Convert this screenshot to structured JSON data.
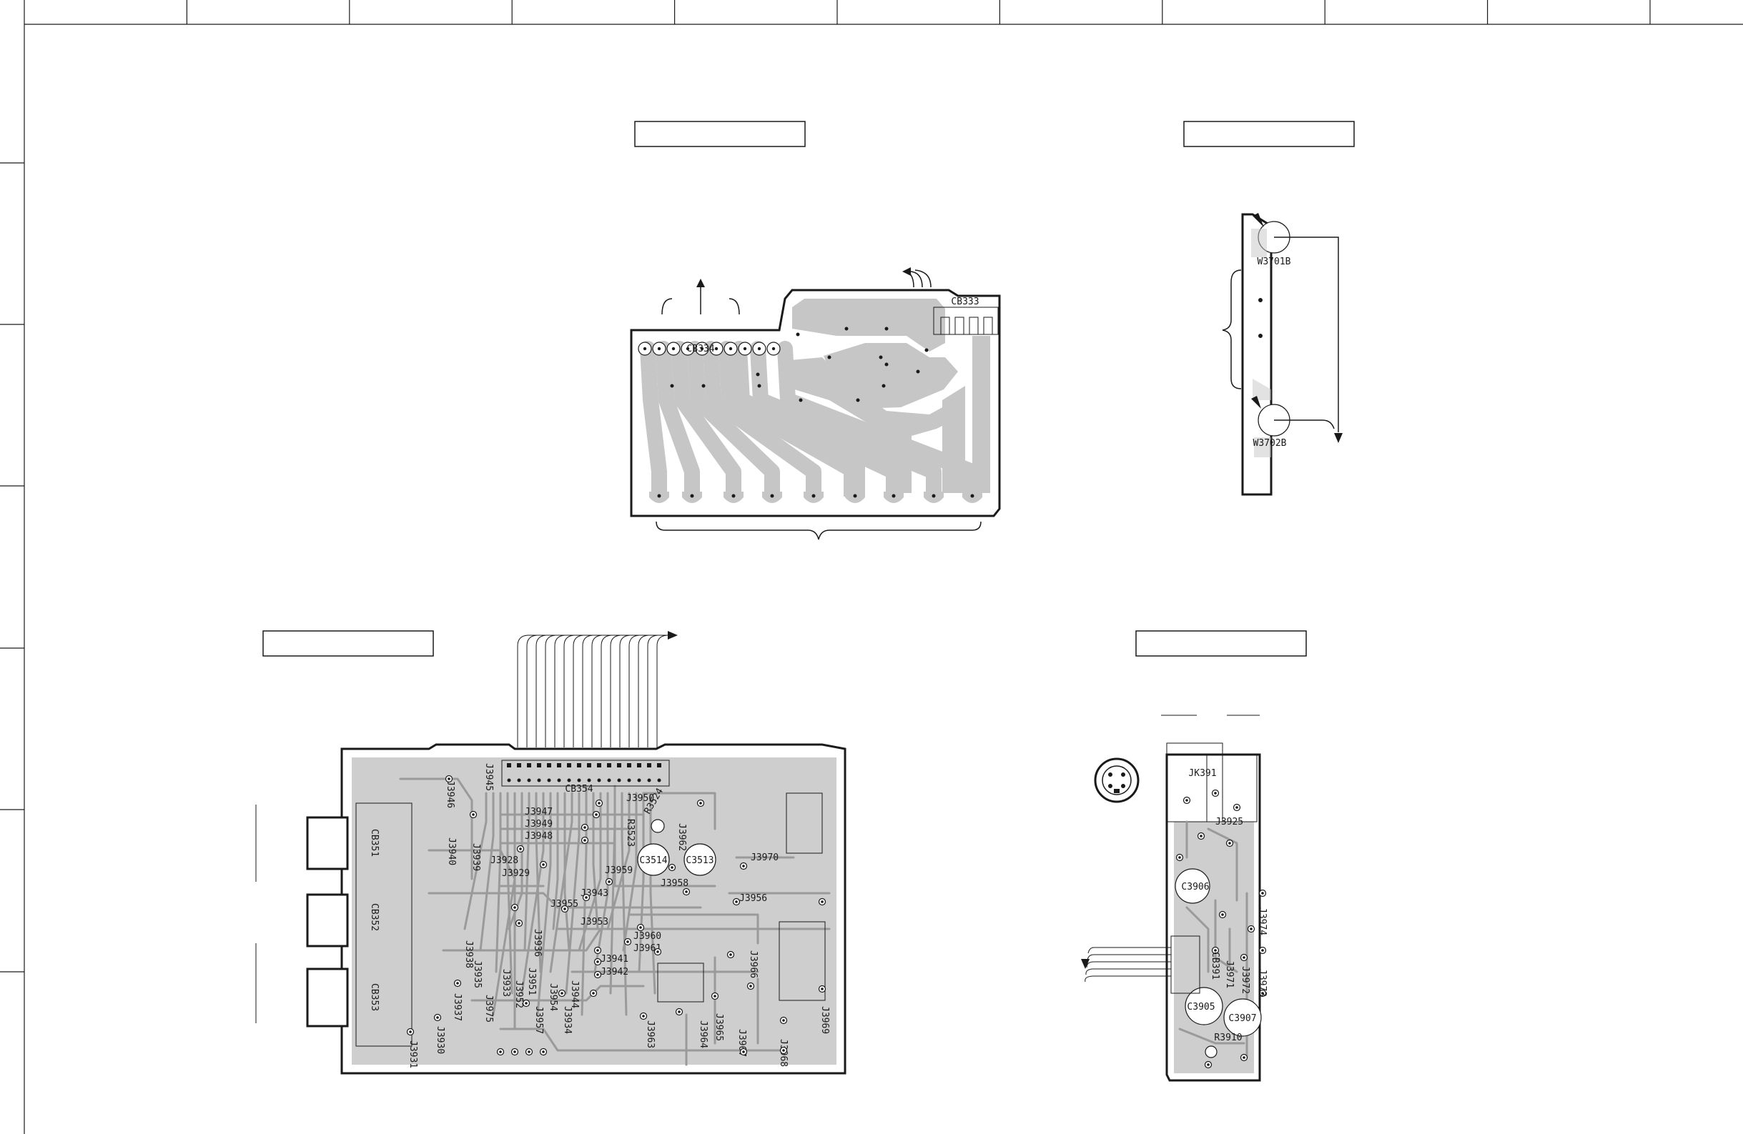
{
  "panel_titles": [
    "",
    "",
    "",
    ""
  ],
  "board_a": {
    "connector": "CB334",
    "connector2": "CB333"
  },
  "board_b": {
    "labels": [
      "W3701B",
      "W3702B"
    ]
  },
  "board_c": {
    "connector": "CB354",
    "connectors_side": [
      "CB351",
      "CB352",
      "CB353"
    ],
    "capacitors": [
      "C3514",
      "C3513"
    ],
    "resistors": [
      "R3524",
      "R3523"
    ],
    "jumpers": [
      "J3945",
      "J3946",
      "J3947",
      "J3949",
      "J3948",
      "J3950",
      "J3962",
      "J3940",
      "J3939",
      "J3928",
      "J3929",
      "J3970",
      "J3959",
      "J3958",
      "J3943",
      "J3956",
      "J3955",
      "J3953",
      "J3936",
      "J3960",
      "J3961",
      "J3941",
      "J3942",
      "J3938",
      "J3935",
      "J3933",
      "J3951",
      "J3952",
      "J3975",
      "J3954",
      "J3957",
      "J3934",
      "J3944",
      "J3966",
      "J3969",
      "J3963",
      "J3965",
      "J3964",
      "J3967",
      "J3968",
      "J3937",
      "J3931",
      "J3930"
    ]
  },
  "board_d": {
    "jack": "JK391",
    "jumpers": [
      "J3925",
      "J3974",
      "J3971",
      "J3972",
      "J3973"
    ],
    "capacitors": [
      "C3906",
      "C3905",
      "C3907"
    ],
    "connector": "CB391",
    "resistor": "R3910"
  }
}
